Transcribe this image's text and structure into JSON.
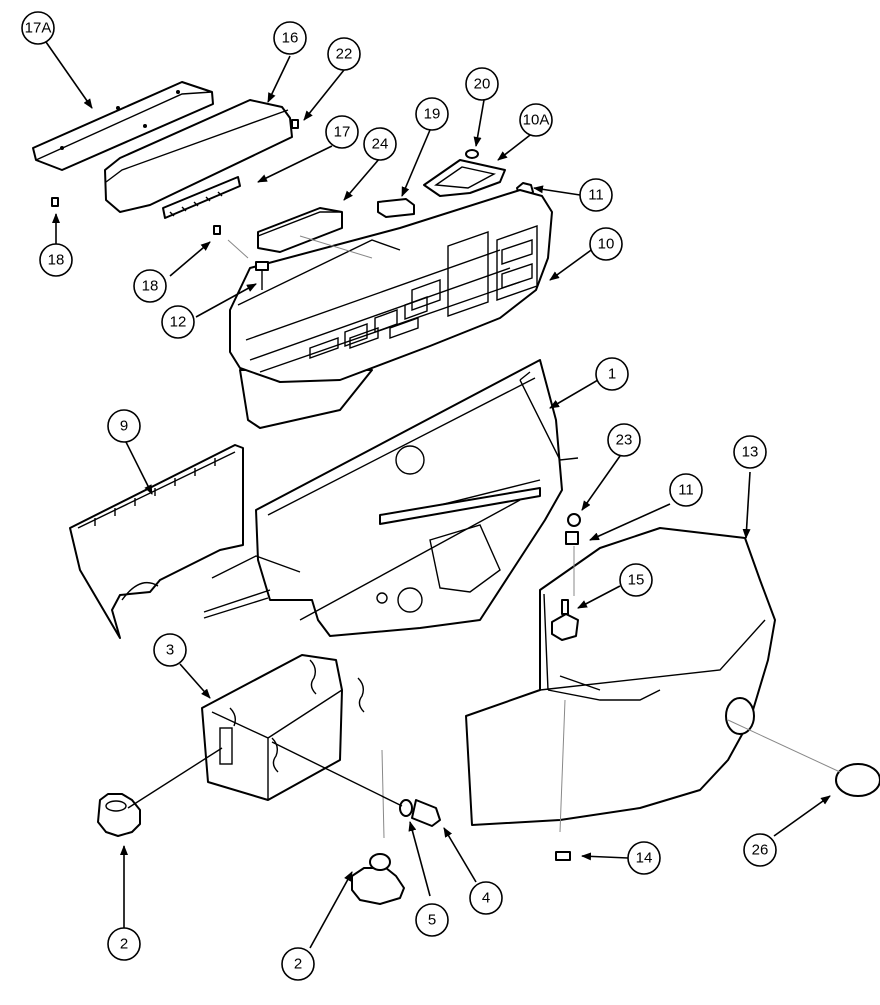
{
  "callouts": [
    {
      "label": "17A"
    },
    {
      "label": "16"
    },
    {
      "label": "22"
    },
    {
      "label": "20"
    },
    {
      "label": "10A"
    },
    {
      "label": "17"
    },
    {
      "label": "24"
    },
    {
      "label": "19"
    },
    {
      "label": "11"
    },
    {
      "label": "18"
    },
    {
      "label": "18"
    },
    {
      "label": "10"
    },
    {
      "label": "12"
    },
    {
      "label": "1"
    },
    {
      "label": "9"
    },
    {
      "label": "23"
    },
    {
      "label": "13"
    },
    {
      "label": "11"
    },
    {
      "label": "15"
    },
    {
      "label": "3"
    },
    {
      "label": "14"
    },
    {
      "label": "26"
    },
    {
      "label": "4"
    },
    {
      "label": "5"
    },
    {
      "label": "2"
    },
    {
      "label": "2"
    }
  ]
}
